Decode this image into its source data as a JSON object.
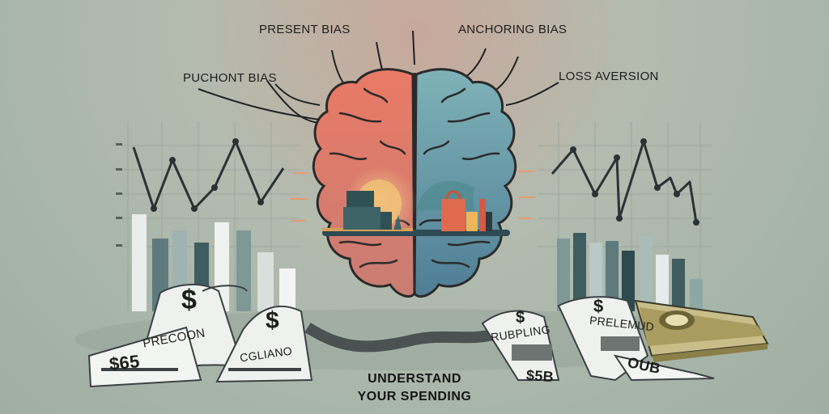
{
  "labels": {
    "present_bias": "PRESENT BIAS",
    "anchoring_bias": "ANCHORING BIAS",
    "puchont_bias": "PUCHONT BIAS",
    "loss_aversion": "LOSS AVERSION"
  },
  "headline": {
    "line1": "UNDERSTAND",
    "line2": "YOUR SPENDING"
  },
  "receipts": {
    "r1_text": "PRECOON",
    "r1_amount": "$65",
    "r2_text": "CGLIANO",
    "r3_text": "RUBPLING",
    "r3_amount": "$5B",
    "r4_text": "PRELEMUD",
    "r4_amount": "OUB",
    "symbol": "$"
  },
  "colors": {
    "brain_left": "#e37d68",
    "brain_right": "#5f97a6",
    "chart_line": "#2c3234",
    "bar_dark": "#3f5c60",
    "bar_light": "#e7ece8"
  }
}
